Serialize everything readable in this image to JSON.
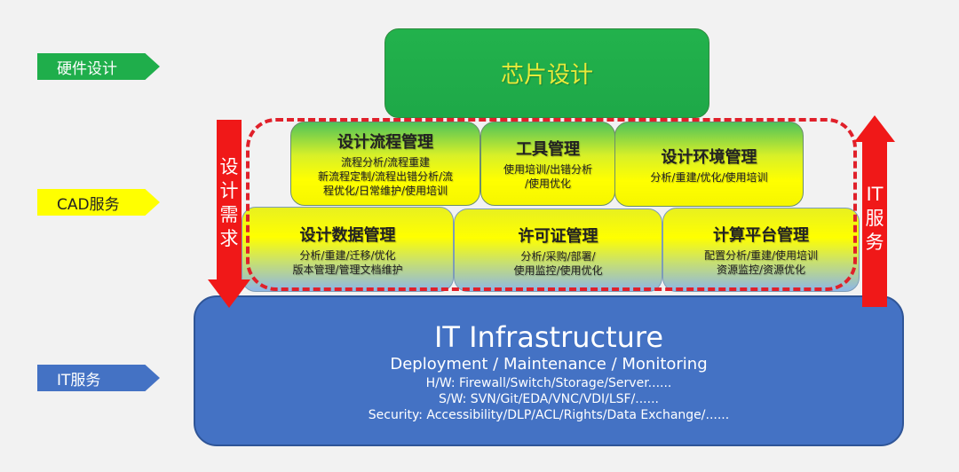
{
  "left_labels": [
    {
      "label": "硬件设计",
      "color": "#1fae4b"
    },
    {
      "label": "CAD服务",
      "color": "#ffff00"
    },
    {
      "label": "IT服务",
      "color": "#4472c4"
    }
  ],
  "chip": {
    "title": "芯片设计"
  },
  "cad_row1": [
    {
      "title": "设计流程管理",
      "lines": [
        "流程分析/流程重建",
        "新流程定制/流程出错分析/流",
        "程优化/日常维护/使用培训"
      ]
    },
    {
      "title": "工具管理",
      "lines": [
        "使用培训/出错分析",
        "/使用优化"
      ]
    },
    {
      "title": "设计环境管理",
      "lines": [
        "分析/重建/优化/使用培训"
      ]
    }
  ],
  "cad_row2": [
    {
      "title": "设计数据管理",
      "lines": [
        "分析/重建/迁移/优化",
        "版本管理/管理文档维护"
      ]
    },
    {
      "title": "许可证管理",
      "lines": [
        "分析/采购/部署/",
        "使用监控/使用优化"
      ]
    },
    {
      "title": "计算平台管理",
      "lines": [
        "配置分析/重建/使用培训",
        "资源监控/资源优化"
      ]
    }
  ],
  "left_arrow": {
    "chars": [
      "设",
      "计",
      "需",
      "求"
    ]
  },
  "right_arrow": {
    "chars": [
      "IT",
      "服",
      "务"
    ]
  },
  "infra": {
    "title": "IT Infrastructure",
    "subtitle": "Deployment / Maintenance / Monitoring",
    "lines": [
      "H/W: Firewall/Switch/Storage/Server......",
      "S/W: SVN/Git/EDA/VNC/VDI/LSF/......",
      "Security: Accessibility/DLP/ACL/Rights/Data Exchange/......"
    ]
  }
}
